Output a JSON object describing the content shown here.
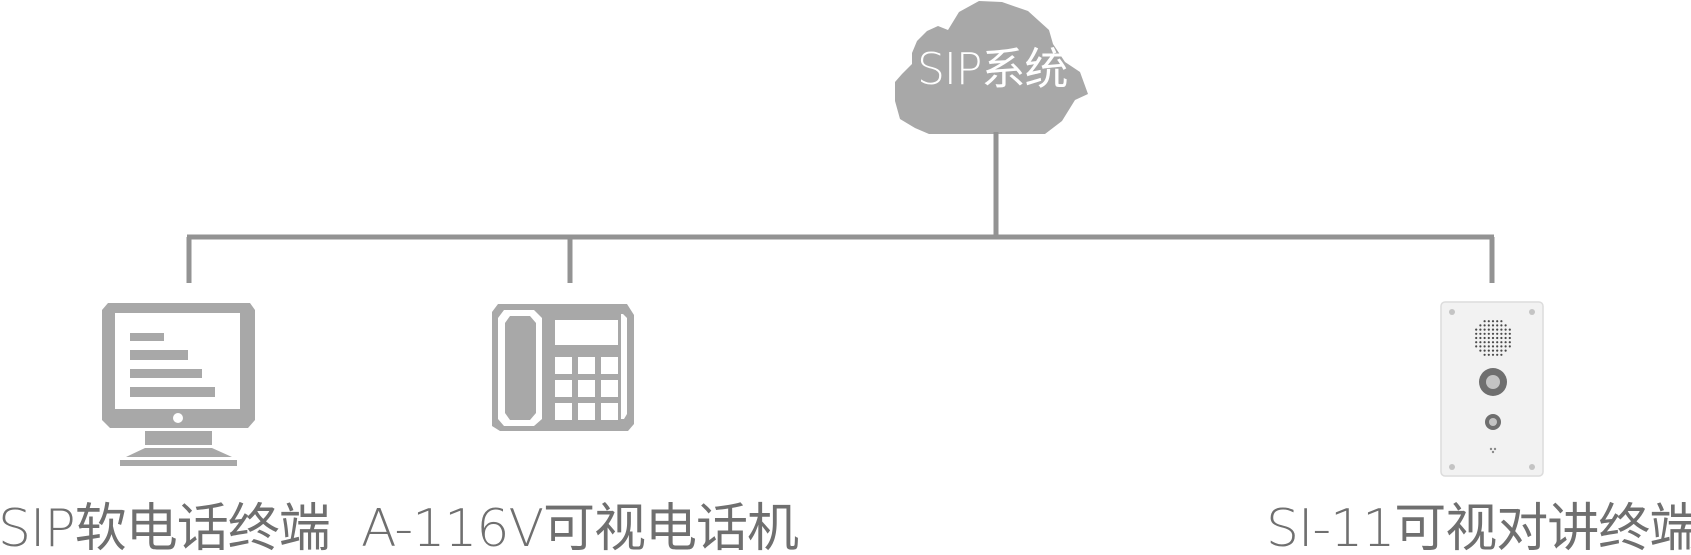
{
  "cloud": {
    "label": "SIP系统",
    "icon": "cloud-icon"
  },
  "devices": [
    {
      "label": "SIP软电话终端",
      "icon": "computer-monitor-icon"
    },
    {
      "label": "A-116V可视电话机",
      "icon": "desk-video-phone-icon"
    },
    {
      "label": "SI-11可视对讲终端",
      "icon": "intercom-panel-icon"
    }
  ],
  "colors": {
    "icon_gray": "#a8a8a8",
    "line_gray": "#939393",
    "label_gray": "#6f6f6f",
    "panel_face": "#f2f2f2",
    "background": "#ffffff"
  }
}
